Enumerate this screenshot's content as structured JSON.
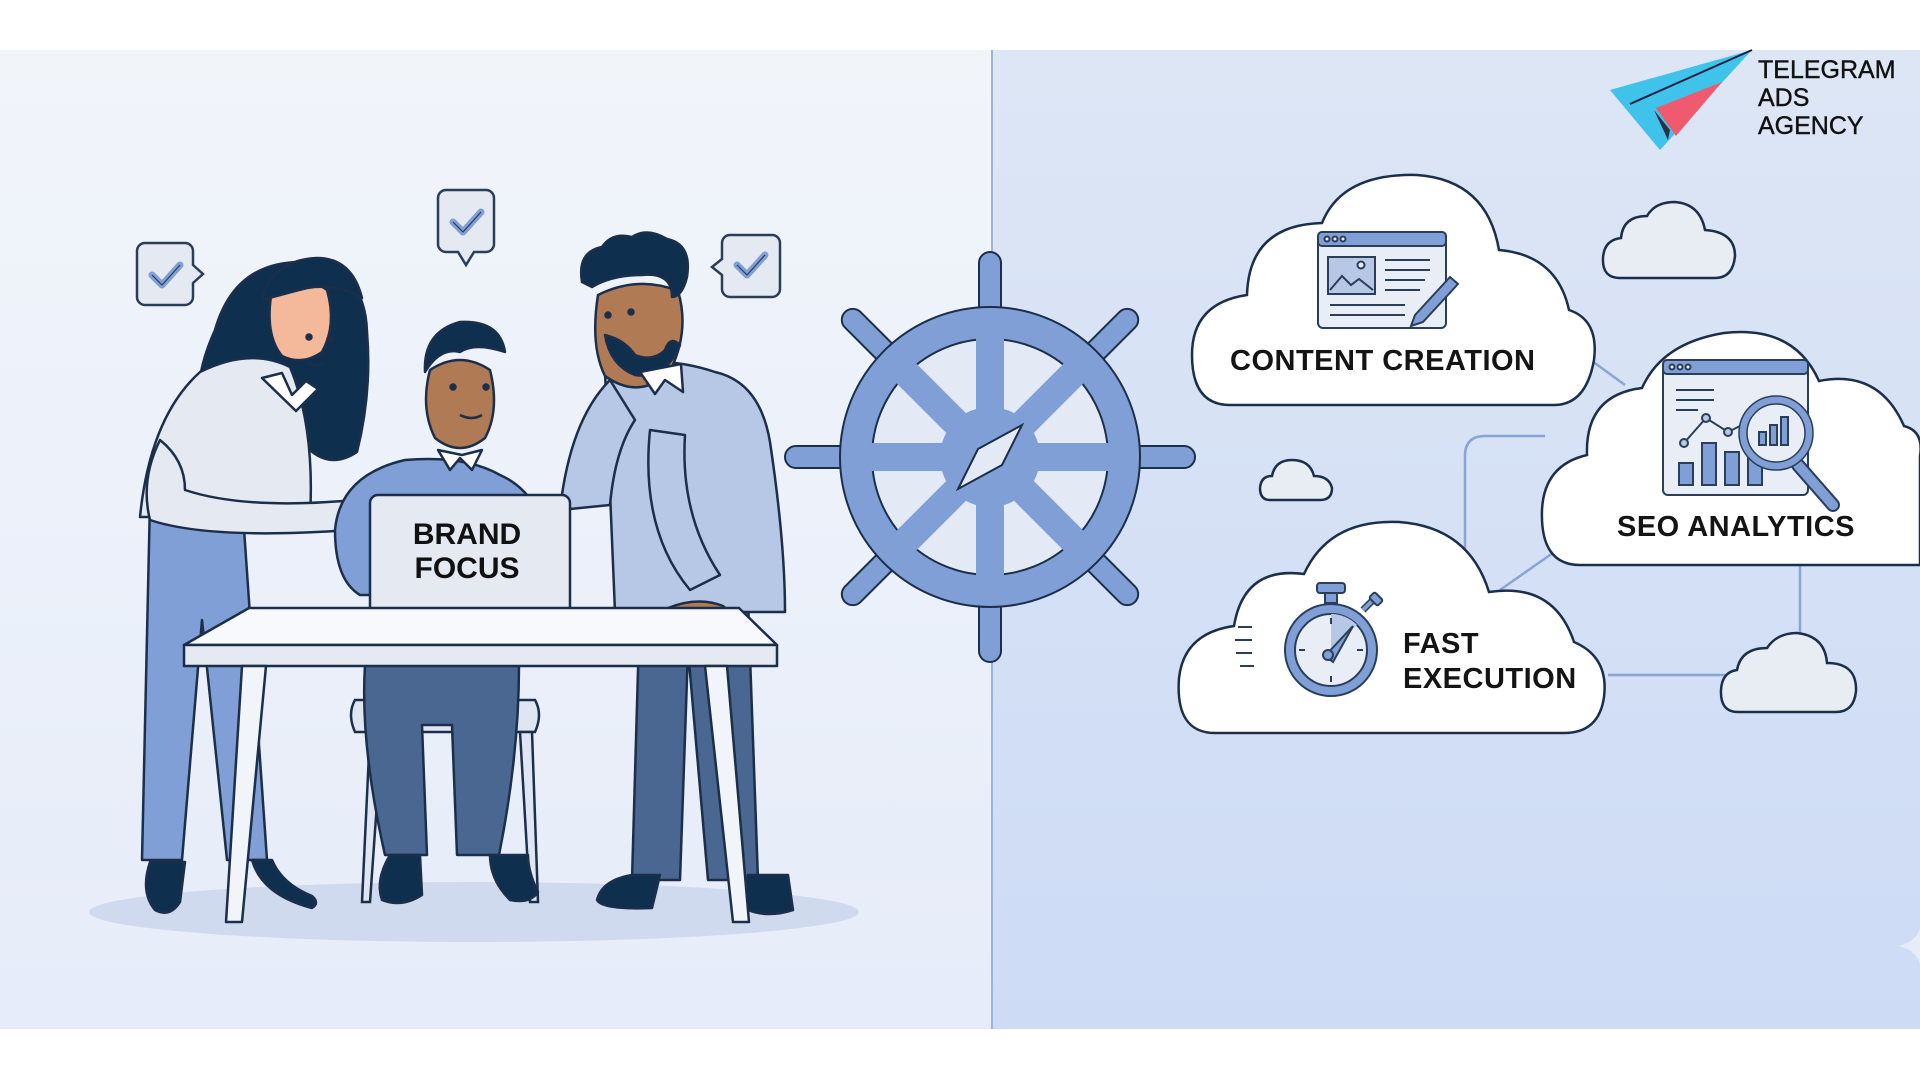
{
  "scene": {
    "description": "Illustration: team of three people working at a laptop beside a ship's wheel, with service clouds on the right",
    "left_panel": {
      "background": "#eef2f9",
      "laptop_label": [
        "BRAND",
        "FOCUS"
      ],
      "people": [
        {
          "role": "woman",
          "hair": "#0f2f4f",
          "top": "#e4e9f2",
          "pants": "#7f9fd6"
        },
        {
          "role": "seated-man",
          "hair": "#0f2f4f",
          "top": "#7f9fd6",
          "pants": "#4a6791"
        },
        {
          "role": "bearded-man",
          "hair": "#0f2f4f",
          "top": "#b6c8e6",
          "pants": "#4a6791"
        }
      ],
      "checkmark_bubbles": 3
    },
    "center_icon": "ship-wheel-compass",
    "right_panel": {
      "background": "#d1def6",
      "services": [
        {
          "id": "content",
          "label": "CONTENT CREATION",
          "icon": "browser-image-pencil-icon"
        },
        {
          "id": "seo",
          "label": "SEO ANALYTICS",
          "icon": "browser-chart-magnifier-icon"
        },
        {
          "id": "fast",
          "label_lines": [
            "FAST",
            "EXECUTION"
          ],
          "icon": "stopwatch-icon"
        }
      ]
    },
    "logo": {
      "lines": [
        "TELEGRAM",
        "ADS",
        "AGENCY"
      ],
      "plane_colors": {
        "wing": "#3fc3ea",
        "body": "#ef5a6e",
        "shadow": "#2a2f4a"
      }
    }
  },
  "colors": {
    "accent_blue": "#7f9fd6",
    "outline": "#1c2f4a",
    "cloud_fill": "#ffffff",
    "small_cloud_fill": "#e8ecf3"
  }
}
